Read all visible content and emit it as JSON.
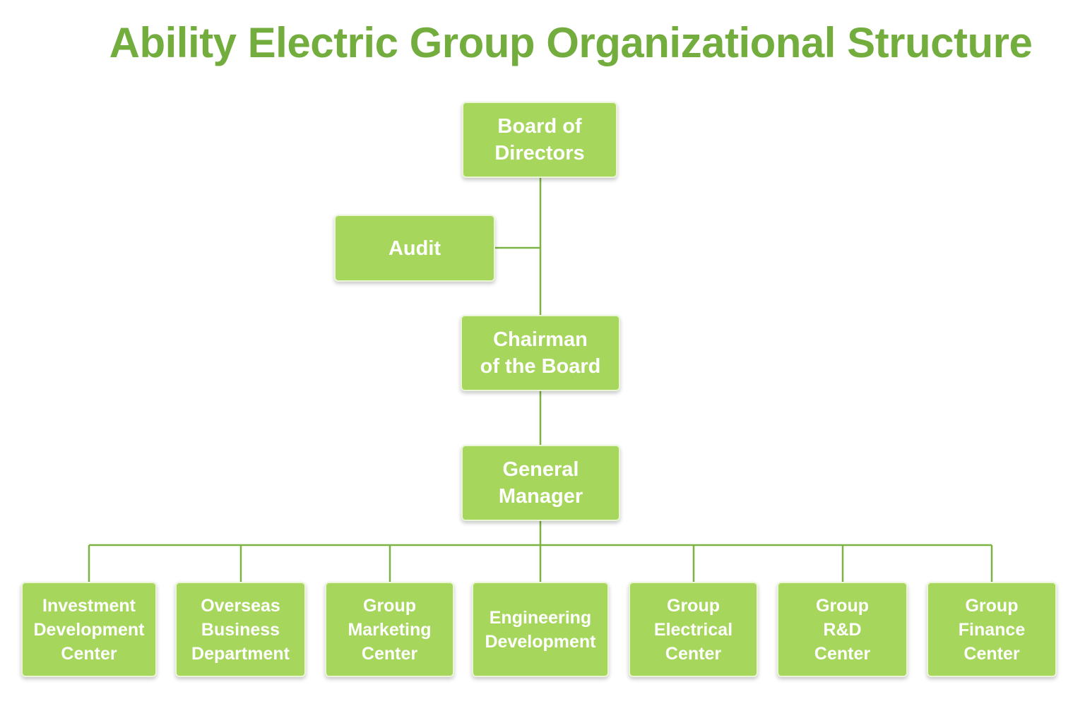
{
  "title": "Ability Electric Group Organizational Structure",
  "colors": {
    "title": "#72ad3e",
    "box_fill": "#a6d65c",
    "box_border": "#eaf5d6",
    "box_text": "#ffffff",
    "connector": "#7cb342",
    "background": "#ffffff"
  },
  "nodes": {
    "board": "Board of\nDirectors",
    "audit": "Audit",
    "chairman": "Chairman\nof the Board",
    "general_manager": "General\nManager"
  },
  "departments": [
    "Investment\nDevelopment\nCenter",
    "Overseas\nBusiness\nDepartment",
    "Group\nMarketing\nCenter",
    "Engineering\nDevelopment",
    "Group\nElectrical\nCenter",
    "Group\nR&D\nCenter",
    "Group\nFinance\nCenter"
  ]
}
